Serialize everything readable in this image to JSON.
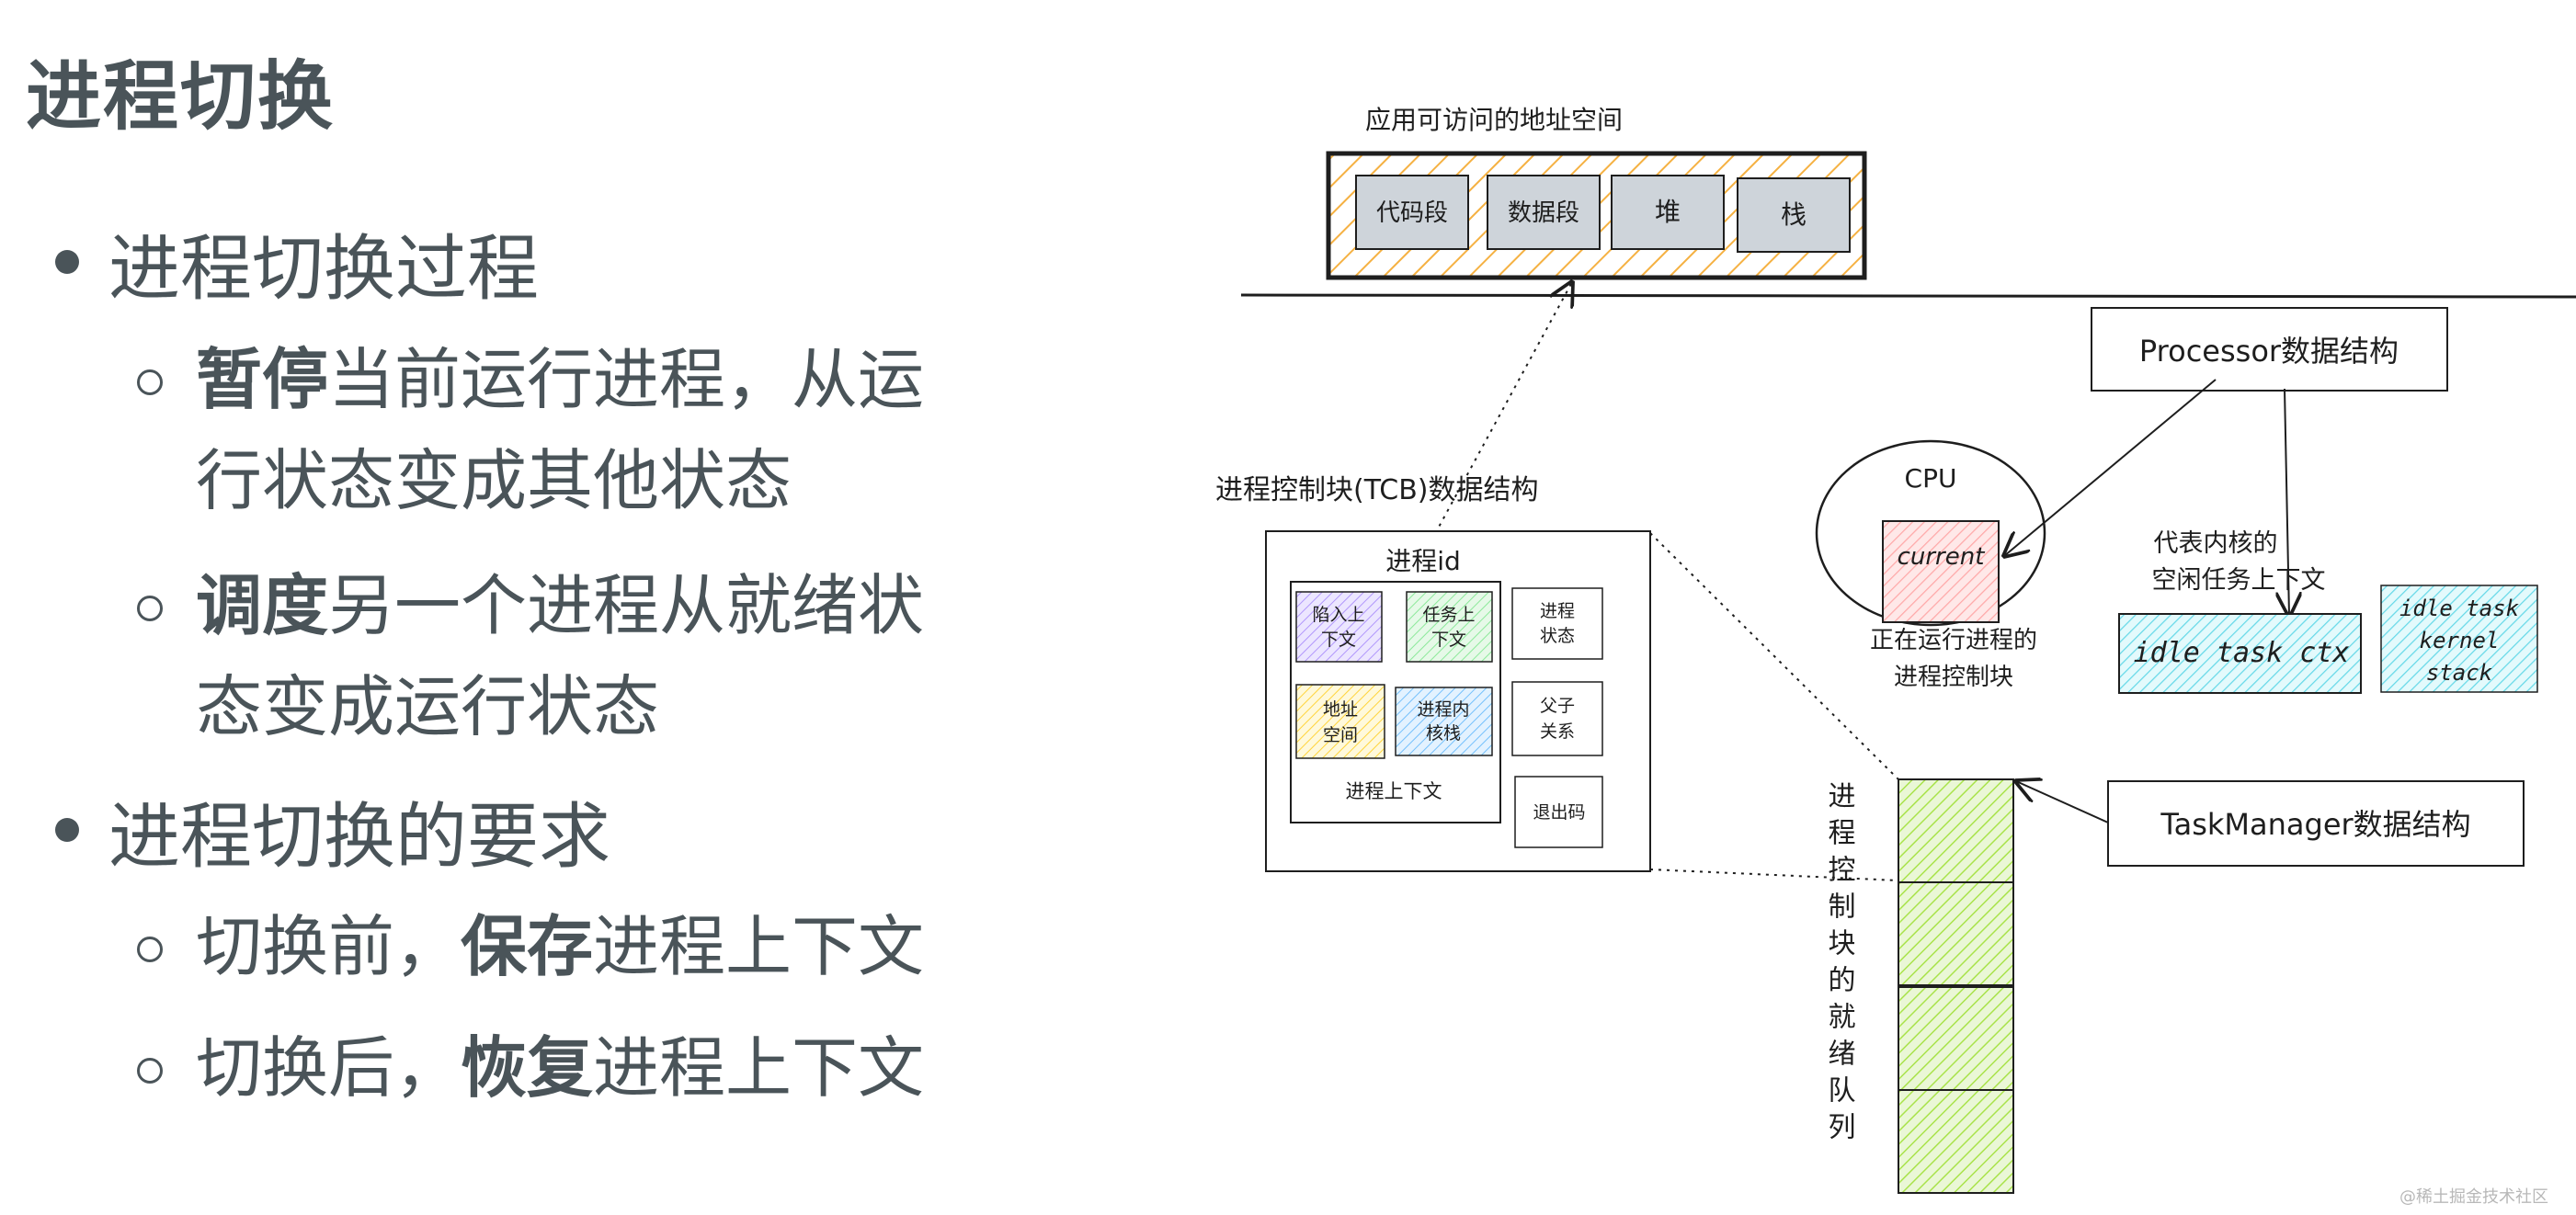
{
  "slide": {
    "title": "进程切换",
    "bullets": [
      {
        "text": "进程切换过程",
        "subs": [
          {
            "bold": "暂停",
            "line1": "当前运行进程，从运",
            "line2": "行状态变成其他状态"
          },
          {
            "bold": "调度",
            "line1": "另一个进程从就绪状",
            "line2": "态变成运行状态"
          }
        ]
      },
      {
        "text": "进程切换的要求",
        "subs": [
          {
            "pre": "切换前，",
            "bold": "保存",
            "post": "进程上下文"
          },
          {
            "pre": "切换后，",
            "bold": "恢复",
            "post": "进程上下文"
          }
        ]
      }
    ]
  },
  "diagram": {
    "address_space": {
      "label": "应用可访问的地址空间",
      "segments": [
        "代码段",
        "数据段",
        "堆",
        "栈"
      ]
    },
    "tcb": {
      "label": "进程控制块(TCB)数据结构",
      "pid": "进程id",
      "ctx_label": "进程上下文",
      "trap_ctx": [
        "陷入上",
        "下文"
      ],
      "task_ctx": [
        "任务上",
        "下文"
      ],
      "addr_space": [
        "地址",
        "空间"
      ],
      "kernel_stack": [
        "进程内",
        "核栈"
      ],
      "state": [
        "进程",
        "状态"
      ],
      "parent_child": [
        "父子",
        "关系"
      ],
      "exit_code": "退出码"
    },
    "processor": {
      "label": "Processor数据结构",
      "cpu": "CPU",
      "current": "current",
      "current_desc": [
        "正在运行进程的",
        "进程控制块"
      ],
      "idle_desc": [
        "代表内核的",
        "空闲任务上下文"
      ],
      "idle_ctx": "idle task ctx",
      "idle_stack": [
        "idle task",
        "kernel",
        "stack"
      ]
    },
    "task_manager": {
      "label": "TaskManager数据结构",
      "queue_label": "进程控制块的就绪队列"
    },
    "colors": {
      "hatch_orange": "#f5b142",
      "seg_fill": "#ced4da",
      "trap_purple": "#d0bfff",
      "task_green": "#b2f2bb",
      "addr_yellow": "#ffec99",
      "kstack_blue": "#a5d8ff",
      "current_red": "#ffc9c9",
      "idle_teal": "#99e9f2",
      "queue_green": "#c0eb75"
    }
  },
  "watermark": "@稀土掘金技术社区"
}
